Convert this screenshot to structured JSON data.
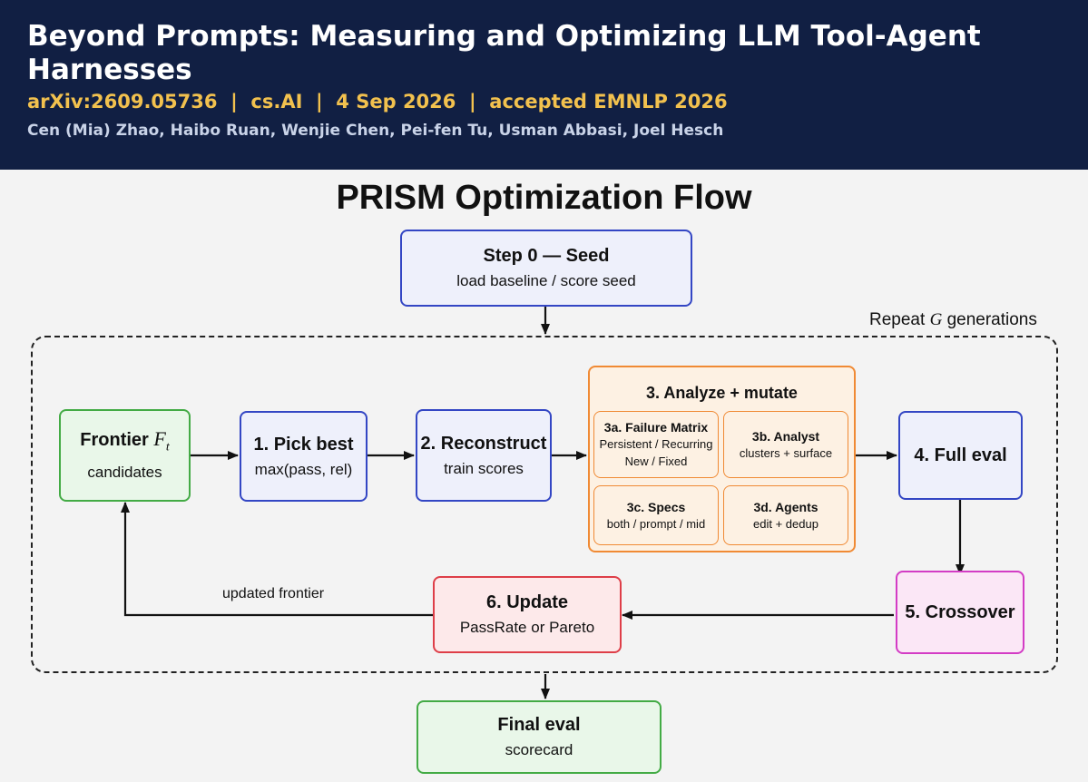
{
  "header": {
    "title": "Beyond Prompts: Measuring and Optimizing LLM Tool-Agent Harnesses",
    "meta": "arXiv:2609.05736  |  cs.AI  |  4 Sep 2026  |  accepted EMNLP 2026",
    "authors": "Cen (Mia) Zhao, Haibo Ruan, Wenjie Chen, Pei-fen Tu, Usman Abbasi, Joel Hesch"
  },
  "figure": {
    "title": "PRISM Optimization Flow",
    "repeat": {
      "prefix": "Repeat",
      "var": "G",
      "suffix": "generations"
    },
    "seed": {
      "title": "Step 0 — Seed",
      "sub": "load baseline / score seed"
    },
    "frontier": {
      "title_prefix": "Frontier",
      "var": "F",
      "subscript": "t",
      "sub": "candidates"
    },
    "pick": {
      "num": "1.",
      "title": "Pick best",
      "sub": "max(pass, rel)"
    },
    "reconstruct": {
      "num": "2.",
      "title": "Reconstruct",
      "sub": "train scores"
    },
    "analyze": {
      "title": "3. Analyze + mutate",
      "a": {
        "title": "3a. Failure Matrix",
        "line1": "Persistent / Recurring",
        "line2": "New / Fixed"
      },
      "b": {
        "title": "3b. Analyst",
        "sub": "clusters + surface"
      },
      "c": {
        "title": "3c. Specs",
        "sub": "both / prompt / mid"
      },
      "d": {
        "title": "3d. Agents",
        "sub": "edit + dedup"
      }
    },
    "full_eval": {
      "title": "4. Full eval"
    },
    "crossover": {
      "title": "5. Crossover"
    },
    "update": {
      "title": "6. Update",
      "sub": "PassRate or Pareto"
    },
    "edge_label": "updated frontier",
    "final": {
      "title": "Final eval",
      "sub": "scorecard"
    }
  }
}
